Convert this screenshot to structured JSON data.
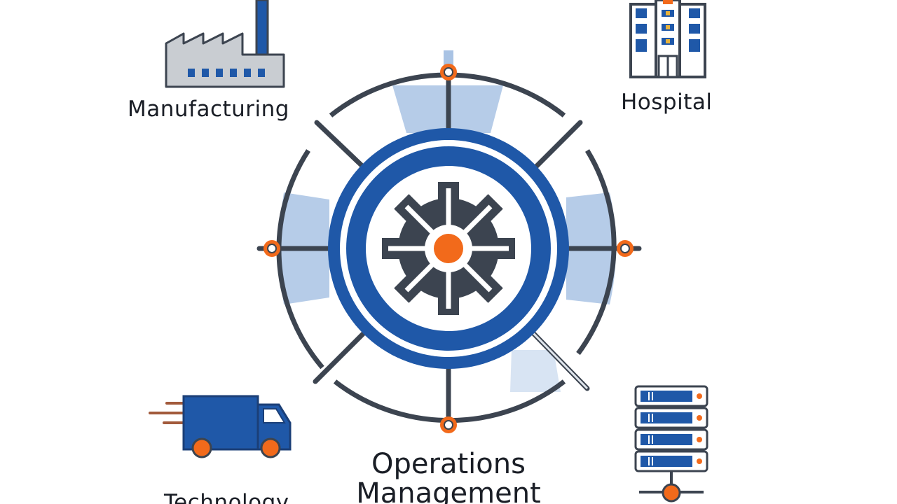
{
  "diagram": {
    "title_line1": "Operations",
    "title_line2": "Management",
    "nodes": [
      {
        "id": "manufacturing",
        "label": "Manufacturing",
        "icon": "factory-icon"
      },
      {
        "id": "hospital",
        "label": "Hospital",
        "icon": "hospital-building-icon"
      },
      {
        "id": "technology",
        "label": "Technology",
        "icon": "delivery-truck-icon"
      },
      {
        "id": "servers",
        "label": "",
        "icon": "server-rack-icon"
      }
    ],
    "hub_icon": "gear-icon"
  },
  "colors": {
    "primary_blue": "#1f58a8",
    "light_blue": "#a9c3e4",
    "dark_gray": "#3c4450",
    "orange": "#f26a1b",
    "building_gray": "#c9cdd2"
  }
}
